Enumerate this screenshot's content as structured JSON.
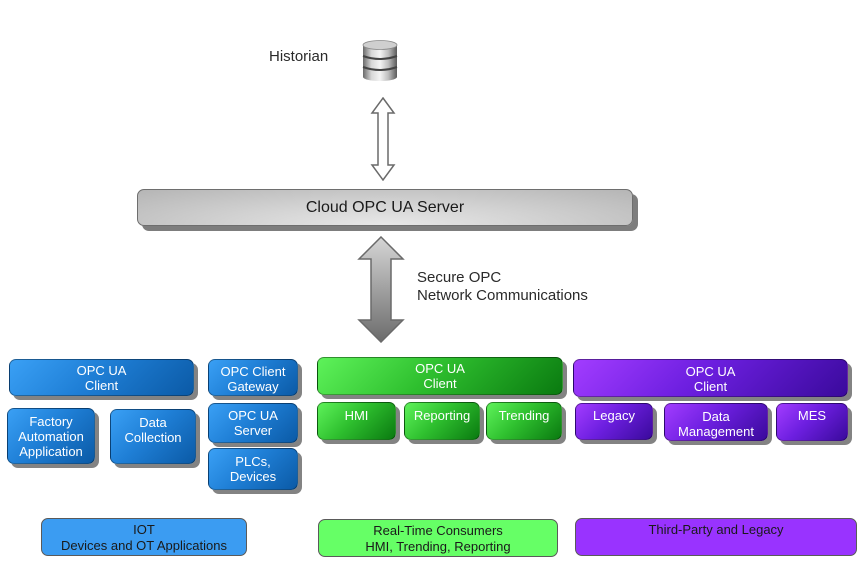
{
  "historian": {
    "label": "Historian",
    "icon": "database-icon"
  },
  "server": {
    "label": "Cloud OPC UA Server"
  },
  "connections": {
    "historian_link": "bidirectional-arrow",
    "network_link": {
      "icon": "bidirectional-arrow",
      "label_line1": "Secure OPC",
      "label_line2": "Network Communications"
    }
  },
  "groups": {
    "iot": {
      "color": "#1f7fd6",
      "client": {
        "line1": "OPC UA",
        "line2": "Client"
      },
      "factory": {
        "line1": "Factory",
        "line2": "Automation",
        "line3": "Application"
      },
      "data_collection": {
        "line1": "Data",
        "line2": "Collection"
      },
      "gateway": {
        "line1": "OPC Client",
        "line2": "Gateway"
      },
      "ua_server": {
        "line1": "OPC UA",
        "line2": "Server"
      },
      "plcs": {
        "line1": "PLCs,",
        "line2": "Devices"
      },
      "legend": {
        "line1": "IOT",
        "line2": "Devices and OT Applications",
        "color": "#3b9cf2"
      }
    },
    "realtime": {
      "color": "#2fc02f",
      "client": {
        "line1": "OPC UA",
        "line2": "Client"
      },
      "hmi": "HMI",
      "reporting": "Reporting",
      "trending": "Trending",
      "legend": {
        "line1": "Real-Time Consumers",
        "line2": "HMI, Trending, Reporting",
        "color": "#66ff66"
      }
    },
    "thirdparty": {
      "color": "#6d1fe0",
      "client": {
        "line1": "OPC UA",
        "line2": "Client"
      },
      "legacy": "Legacy",
      "data_management": {
        "line1": "Data",
        "line2": "Management"
      },
      "mes": "MES",
      "legend": {
        "line1": "Third-Party and Legacy",
        "color": "#9933ff"
      }
    }
  }
}
